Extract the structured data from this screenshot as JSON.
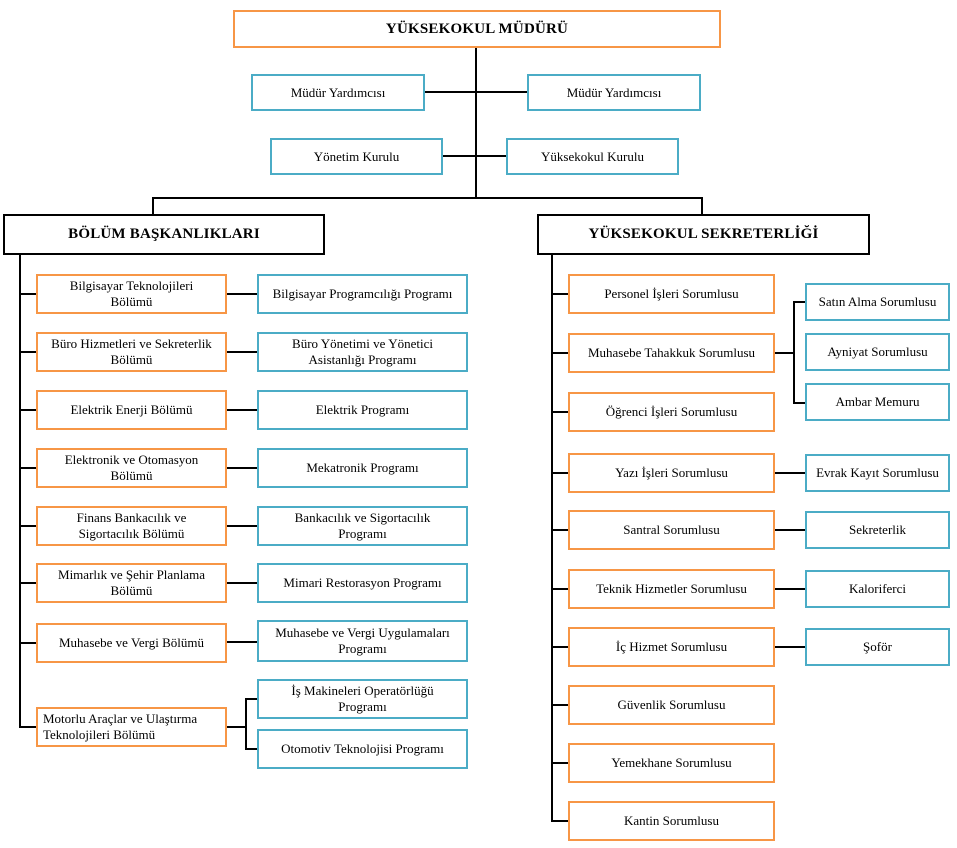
{
  "top_cluster": {
    "director": "YÜKSEKOKUL MÜDÜRÜ",
    "deputy_left": "Müdür Yardımcısı",
    "deputy_right": "Müdür Yardımcısı",
    "board_left": "Yönetim Kurulu",
    "board_right": "Yüksekokul Kurulu"
  },
  "departments_section": {
    "header": "BÖLÜM BAŞKANLIKLARI",
    "rows": [
      {
        "dept": "Bilgisayar Teknolojileri\nBölümü",
        "programs": [
          "Bilgisayar Programcılığı Programı"
        ]
      },
      {
        "dept": "Büro Hizmetleri ve Sekreterlik\nBölümü",
        "programs": [
          "Büro Yönetimi ve Yönetici\nAsistanlığı Programı"
        ]
      },
      {
        "dept": "Elektrik Enerji Bölümü",
        "programs": [
          "Elektrik Programı"
        ]
      },
      {
        "dept": "Elektronik ve Otomasyon\nBölümü",
        "programs": [
          "Mekatronik Programı"
        ]
      },
      {
        "dept": "Finans Bankacılık ve\nSigortacılık Bölümü",
        "programs": [
          "Bankacılık ve Sigortacılık\nProgramı"
        ]
      },
      {
        "dept": "Mimarlık ve Şehir Planlama\nBölümü",
        "programs": [
          "Mimari Restorasyon Programı"
        ]
      },
      {
        "dept": "Muhasebe ve Vergi Bölümü",
        "programs": [
          "Muhasebe ve Vergi Uygulamaları\nProgramı"
        ]
      },
      {
        "dept": "Motorlu Araçlar ve Ulaştırma\nTeknolojileri Bölümü",
        "programs": [
          "İş Makineleri Operatörlüğü\nProgramı",
          "Otomotiv Teknolojisi Programı"
        ]
      }
    ]
  },
  "secretariat_section": {
    "header": "YÜKSEKOKUL SEKRETERLİĞİ",
    "rows": [
      {
        "unit": "Personel İşleri Sorumlusu",
        "subs": []
      },
      {
        "unit": "Muhasebe Tahakkuk Sorumlusu",
        "subs": [
          "Satın Alma Sorumlusu",
          "Ayniyat Sorumlusu",
          "Ambar Memuru"
        ]
      },
      {
        "unit": "Öğrenci İşleri Sorumlusu",
        "subs": []
      },
      {
        "unit": "Yazı İşleri Sorumlusu",
        "subs": [
          "Evrak Kayıt Sorumlusu"
        ]
      },
      {
        "unit": "Santral Sorumlusu",
        "subs": [
          "Sekreterlik"
        ]
      },
      {
        "unit": "Teknik Hizmetler Sorumlusu",
        "subs": [
          "Kaloriferci"
        ]
      },
      {
        "unit": "İç Hizmet Sorumlusu",
        "subs": [
          "Şoför"
        ]
      },
      {
        "unit": "Güvenlik Sorumlusu",
        "subs": []
      },
      {
        "unit": "Yemekhane Sorumlusu",
        "subs": []
      },
      {
        "unit": "Kantin Sorumlusu",
        "subs": []
      }
    ]
  },
  "colors": {
    "department_border": "#F79646",
    "program_border": "#4BACC6",
    "header_border": "#000000",
    "line": "#000000",
    "background": "#FFFFFF",
    "text": "#000000"
  }
}
